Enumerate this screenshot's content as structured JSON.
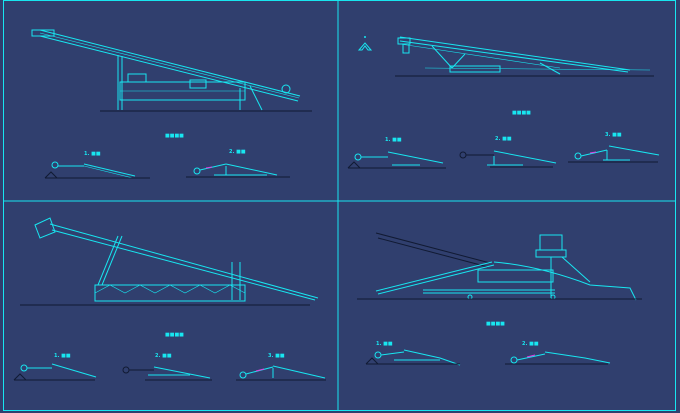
{
  "colors": {
    "background": "#303f6e",
    "line": "#18e6f0",
    "ground": "#111a33",
    "accent": "#e040e0"
  },
  "panels": [
    {
      "id": "top-left",
      "title": "■■■■",
      "views": [
        "1. ■■",
        "2. ■■"
      ]
    },
    {
      "id": "top-right",
      "title": "■■■■",
      "views": [
        "1. ■■",
        "2. ■■",
        "3. ■■"
      ]
    },
    {
      "id": "bottom-left",
      "title": "■■■■",
      "views": [
        "1. ■■",
        "2. ■■",
        "3. ■■"
      ]
    },
    {
      "id": "bottom-right",
      "title": "■■■■",
      "views": [
        "1. ■■",
        "2. ■■"
      ]
    }
  ]
}
